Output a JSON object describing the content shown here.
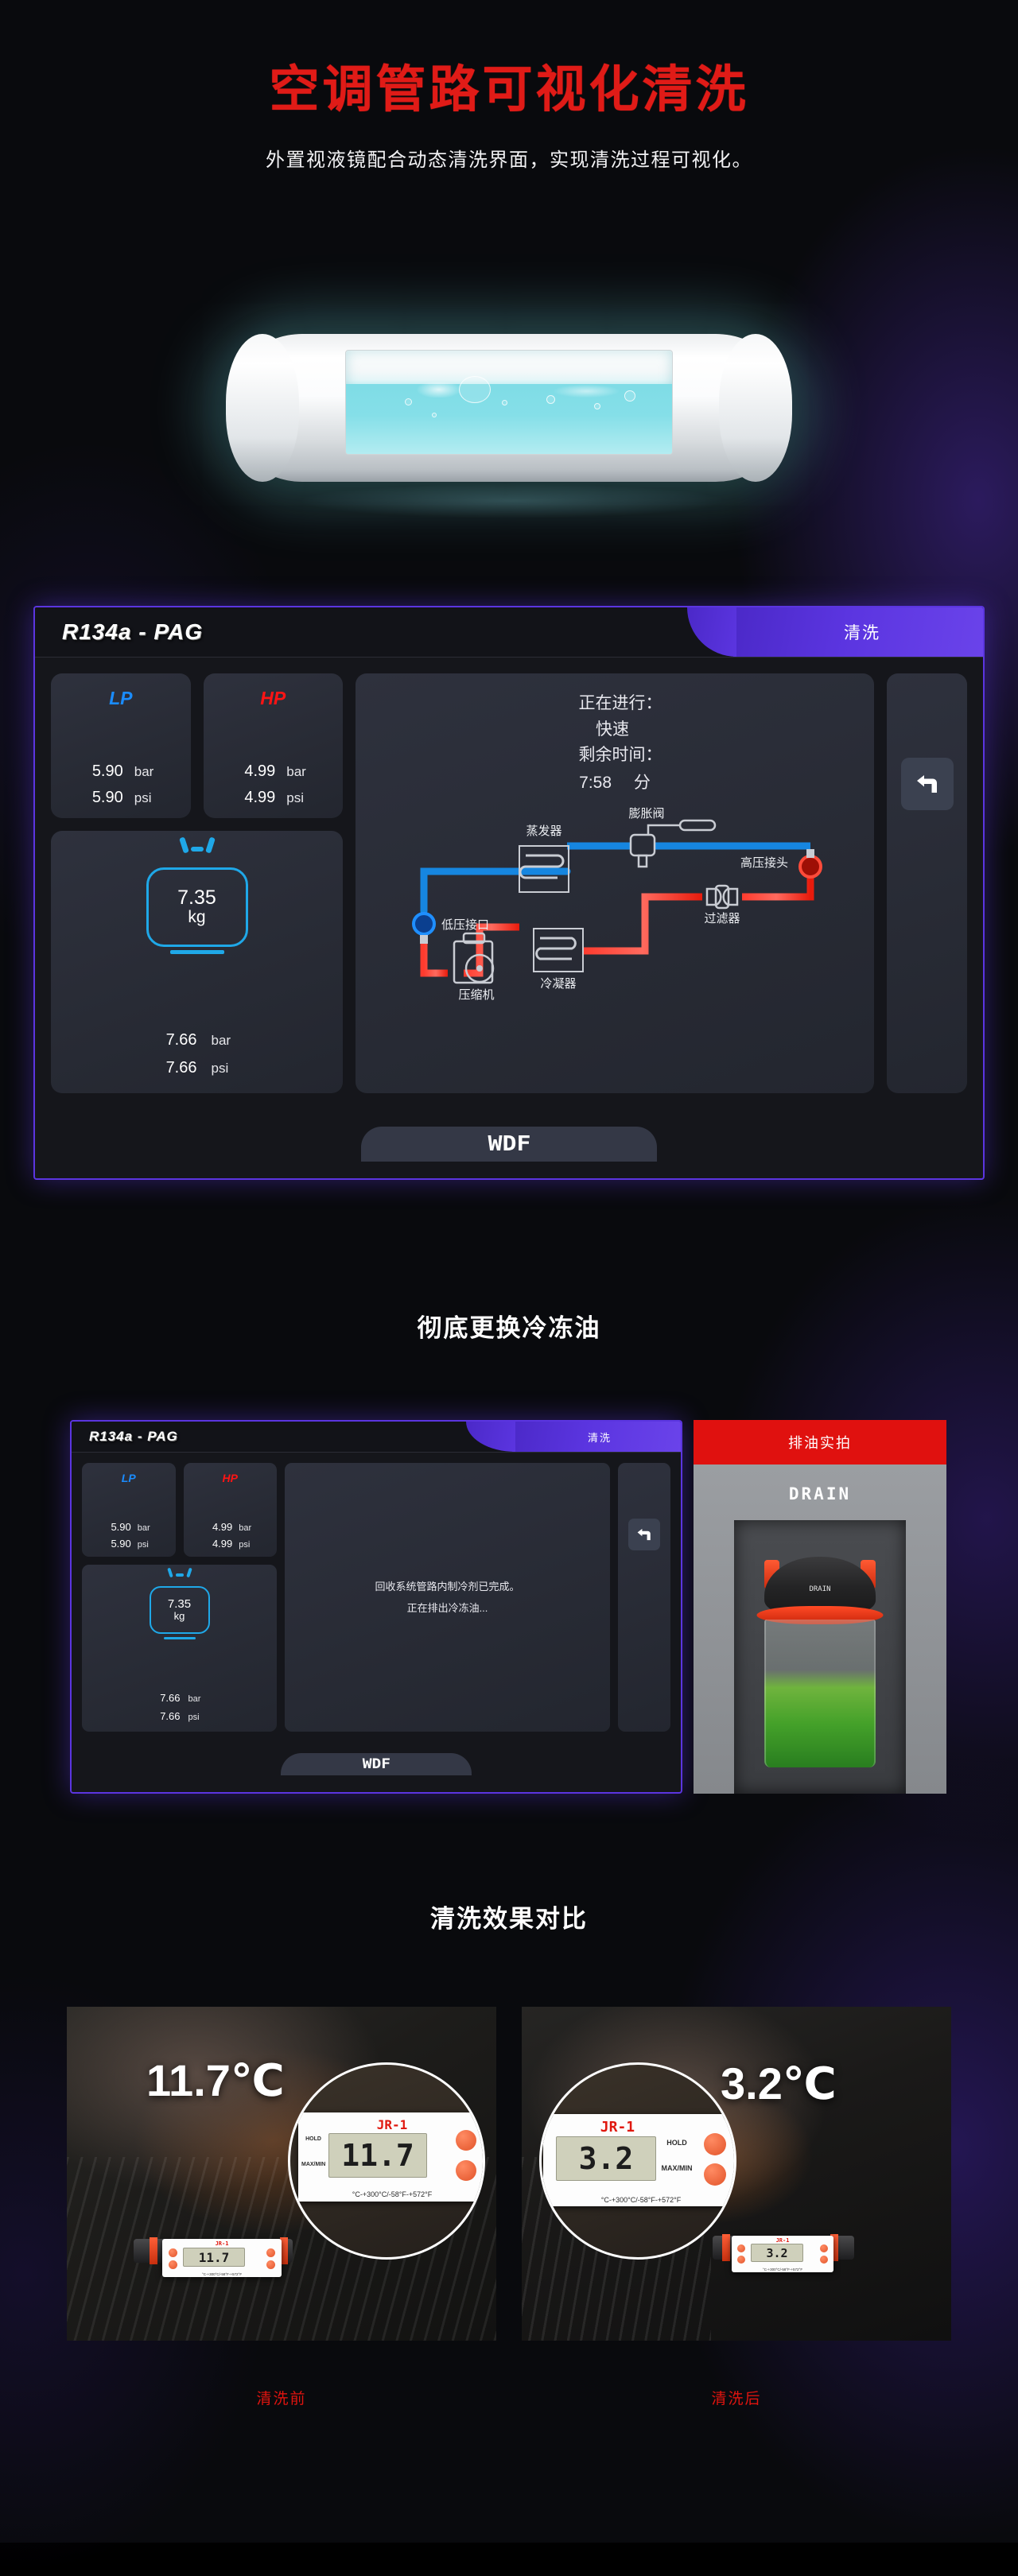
{
  "hero": {
    "title": "空调管路可视化清洗",
    "subtitle": "外置视液镜配合动态清洗界面，实现清洗过程可视化。"
  },
  "sight_glass": {
    "name": "sight-glass"
  },
  "panel_main": {
    "model": "R134a - PAG",
    "tab": "清洗",
    "lp": {
      "label": "LP",
      "bar_value": "5.90",
      "bar_unit": "bar",
      "psi_value": "5.90",
      "psi_unit": "psi"
    },
    "hp": {
      "label": "HP",
      "bar_value": "4.99",
      "bar_unit": "bar",
      "psi_value": "4.99",
      "psi_unit": "psi"
    },
    "tank": {
      "weight": "7.35",
      "weight_unit": "kg",
      "bar_value": "7.66",
      "bar_unit": "bar",
      "psi_value": "7.66",
      "psi_unit": "psi"
    },
    "status": {
      "line1": "正在进行：",
      "line2": "快速",
      "line3": "剩余时间：",
      "time": "7:58",
      "time_unit": "分"
    },
    "back_button": "↰",
    "logo": "WDF",
    "schematic": {
      "evaporator": "蒸发器",
      "expansion_valve": "膨胀阀",
      "high_pressure_port": "高压接头",
      "filter": "过滤器",
      "condenser": "冷凝器",
      "compressor": "压缩机",
      "low_pressure_port": "低压接口"
    }
  },
  "section2": {
    "title": "彻底更换冷冻油",
    "panel": {
      "model": "R134a - PAG",
      "tab": "清洗",
      "lp": {
        "label": "LP",
        "bar_value": "5.90",
        "bar_unit": "bar",
        "psi_value": "5.90",
        "psi_unit": "psi"
      },
      "hp": {
        "label": "HP",
        "bar_value": "4.99",
        "bar_unit": "bar",
        "psi_value": "4.99",
        "psi_unit": "psi"
      },
      "tank": {
        "weight": "7.35",
        "weight_unit": "kg",
        "bar_value": "7.66",
        "bar_unit": "bar",
        "psi_value": "7.66",
        "psi_unit": "psi"
      },
      "message_line1": "回收系统管路内制冷剂已完成。",
      "message_line2": "正在排出冷冻油...",
      "back_button": "↰",
      "logo": "WDF"
    },
    "drain": {
      "header": "排油实拍",
      "machine_word": "DRAIN",
      "cap_word": "DRAIN"
    }
  },
  "section3": {
    "title": "清洗效果对比",
    "before": {
      "temp": "11.7℃",
      "caption": "清洗前",
      "meter_brand": "JR-1",
      "meter_reading": "11.7",
      "meter_unit": "℃",
      "hold_label": "HOLD",
      "maxmin_label": "MAX/MIN",
      "range": "°C-+300°C/-58°F-+572°F"
    },
    "after": {
      "temp": "3.2℃",
      "caption": "清洗后",
      "meter_brand": "JR-1",
      "meter_reading": "3.2",
      "meter_unit": "℃",
      "hold_label": "HOLD",
      "maxmin_label": "MAX/MIN",
      "range": "°C-+300°C/-58°F-+572°F"
    }
  },
  "colors": {
    "accent_red": "#e01b17",
    "accent_purple": "#5b35e0",
    "lp_blue": "#1a8cff",
    "hp_red": "#ff1414",
    "tank_cyan": "#1fa8e8",
    "background": "#090a0d"
  }
}
